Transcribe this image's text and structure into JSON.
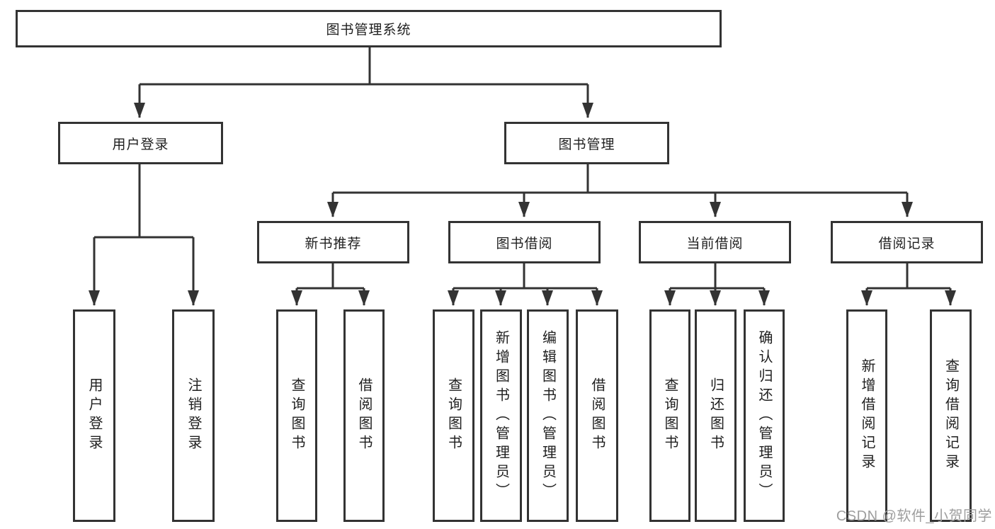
{
  "diagram": {
    "title": "图书管理系统",
    "root": {
      "label": "图书管理系统"
    },
    "level2": [
      {
        "label": "用户登录"
      },
      {
        "label": "图书管理"
      }
    ],
    "level3": [
      {
        "label": "新书推荐"
      },
      {
        "label": "图书借阅"
      },
      {
        "label": "当前借阅"
      },
      {
        "label": "借阅记录"
      }
    ],
    "leaves": {
      "user_login": [
        "用户登录",
        "注销登录"
      ],
      "new_book": [
        "查询图书",
        "借阅图书"
      ],
      "book_borrow": [
        "查询图书",
        "新增图书（管理员）",
        "编辑图书（管理员）",
        "借阅图书"
      ],
      "current_borrow": [
        "查询图书",
        "归还图书",
        "确认归还（管理员）"
      ],
      "records": [
        "新增借阅记录",
        "查询借阅记录"
      ]
    }
  },
  "watermark": {
    "text": "CSDN @软件_小贺同学"
  },
  "colors": {
    "line": "#333333",
    "text": "#1f1f1f",
    "background": "#ffffff",
    "watermark": "#9e9e9e"
  }
}
